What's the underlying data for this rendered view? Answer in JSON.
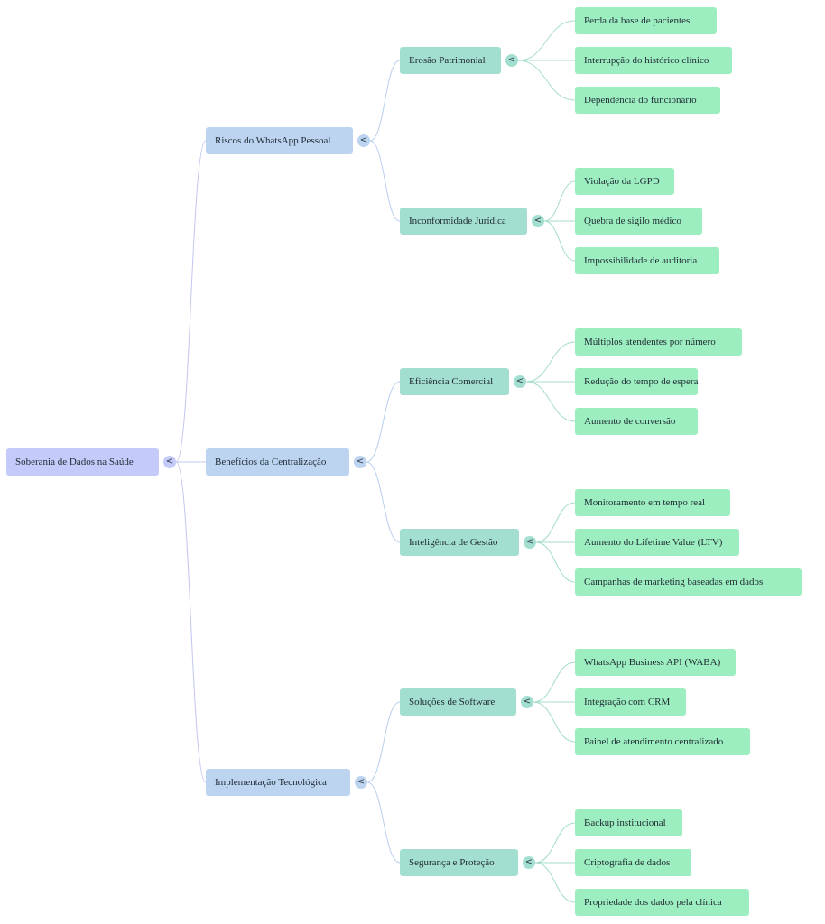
{
  "mindmap": {
    "colors": {
      "root_fill": "#c4cafa",
      "root_link": "#c3c7ef",
      "level1_fill": "#bcd4f0",
      "level1_link": "#b8d0ee",
      "level2_fill": "#a3dfd0",
      "level2_link": "#a6dccd",
      "level3_fill": "#9ceec0",
      "toggle_root": "#c4cafa",
      "toggle_level1": "#bcd4f0",
      "toggle_level2": "#a3dfd0"
    },
    "collapse_glyph": "<",
    "root": {
      "label": "Soberania de Dados na Saúde"
    },
    "branches": [
      {
        "label": "Riscos do WhatsApp Pessoal",
        "children": [
          {
            "label": "Erosão Patrimonial",
            "leaves": [
              "Perda da base de pacientes",
              "Interrupção do histórico clínico",
              "Dependência do funcionário"
            ]
          },
          {
            "label": "Inconformidade Jurídica",
            "leaves": [
              "Violação da LGPD",
              "Quebra de sigilo médico",
              "Impossibilidade de auditoria"
            ]
          }
        ]
      },
      {
        "label": "Benefícios da Centralização",
        "children": [
          {
            "label": "Eficiência Comercial",
            "leaves": [
              "Múltiplos atendentes por número",
              "Redução do tempo de espera",
              "Aumento de conversão"
            ]
          },
          {
            "label": "Inteligência de Gestão",
            "leaves": [
              "Monitoramento em tempo real",
              "Aumento do Lifetime Value (LTV)",
              "Campanhas de marketing baseadas em dados"
            ]
          }
        ]
      },
      {
        "label": "Implementação Tecnológica",
        "children": [
          {
            "label": "Soluções de Software",
            "leaves": [
              "WhatsApp Business API (WABA)",
              "Integração com CRM",
              "Painel de atendimento centralizado"
            ]
          },
          {
            "label": "Segurança e Proteção",
            "leaves": [
              "Backup institucional",
              "Criptografia de dados",
              "Propriedade dos dados pela clínica"
            ]
          }
        ]
      }
    ]
  }
}
